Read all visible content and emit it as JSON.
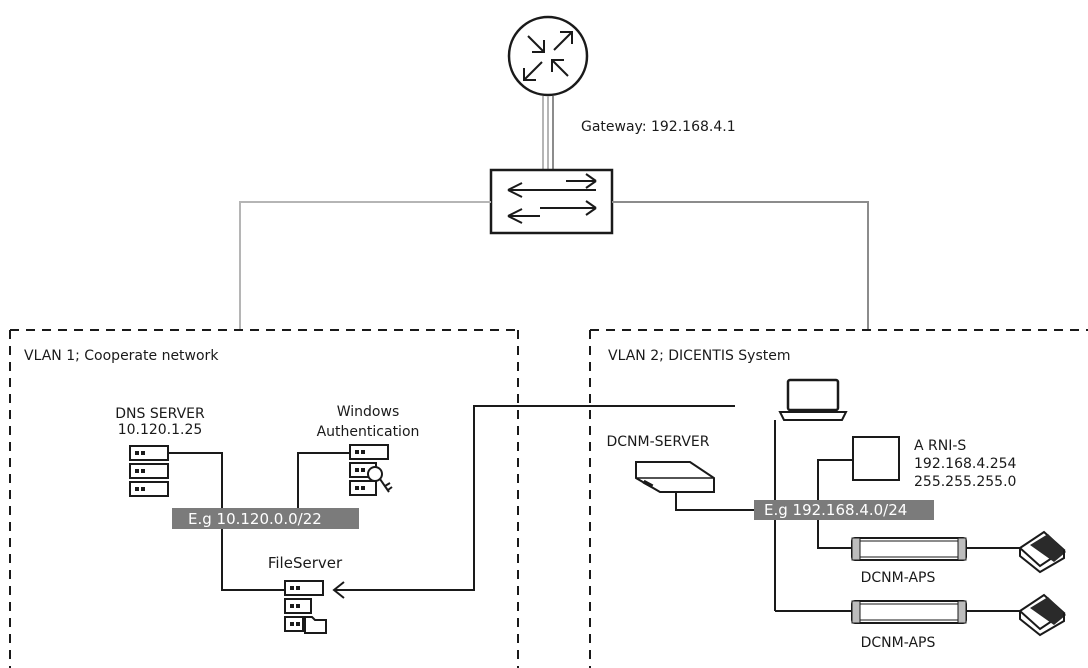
{
  "gateway": {
    "label": "Gateway: 192.168.4.1"
  },
  "vlan1": {
    "header": "VLAN 1; Cooperate network",
    "dns_server": {
      "line1": "DNS SERVER",
      "line2": "10.120.1.25"
    },
    "windows_auth": {
      "line1": "Windows",
      "line2": "Authentication"
    },
    "subnet_label": "E.g 10.120.0.0/22",
    "file_server": {
      "label": "FileServer"
    }
  },
  "vlan2": {
    "header": "VLAN 2; DICENTIS System",
    "dcnm_server": {
      "label": "DCNM-SERVER"
    },
    "arni": {
      "line1": "A RNI-S",
      "line2": "192.168.4.254",
      "line3": "255.255.255.0"
    },
    "subnet_label": "E.g 192.168.4.0/24",
    "aps_devices": [
      {
        "label": "DCNM-APS"
      },
      {
        "label": "DCNM-APS"
      }
    ]
  },
  "colors": {
    "line": "#1a1a1a",
    "light_line": "#b5b5b5",
    "mid_line": "#8c8c8c",
    "subnet_bg": "#7b7b7b",
    "subnet_text": "#ffffff"
  },
  "icons": [
    "router-icon",
    "switch-icon",
    "server-stack-icon",
    "key-icon",
    "folder-icon",
    "laptop-icon",
    "server-box-icon",
    "aps-unit-icon",
    "microphone-icon"
  ]
}
